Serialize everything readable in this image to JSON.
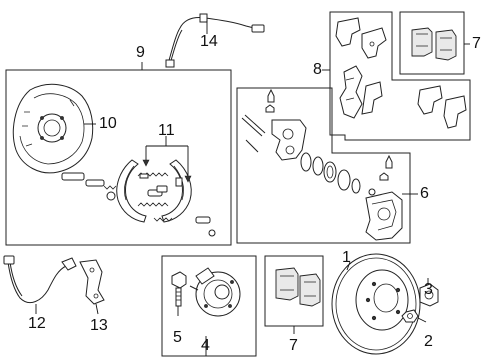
{
  "callouts": [
    {
      "id": "c1",
      "text": "1"
    },
    {
      "id": "c2",
      "text": "2"
    },
    {
      "id": "c3",
      "text": "3"
    },
    {
      "id": "c4",
      "text": "4"
    },
    {
      "id": "c5",
      "text": "5"
    },
    {
      "id": "c6",
      "text": "6"
    },
    {
      "id": "c7a",
      "text": "7"
    },
    {
      "id": "c7b",
      "text": "7"
    },
    {
      "id": "c8",
      "text": "8"
    },
    {
      "id": "c9",
      "text": "9"
    },
    {
      "id": "c10",
      "text": "10"
    },
    {
      "id": "c11",
      "text": "11"
    },
    {
      "id": "c12",
      "text": "12"
    },
    {
      "id": "c13",
      "text": "13"
    },
    {
      "id": "c14",
      "text": "14"
    }
  ],
  "colors": {
    "line": "#222222",
    "background": "#ffffff",
    "shade": "#e9e9e9"
  }
}
